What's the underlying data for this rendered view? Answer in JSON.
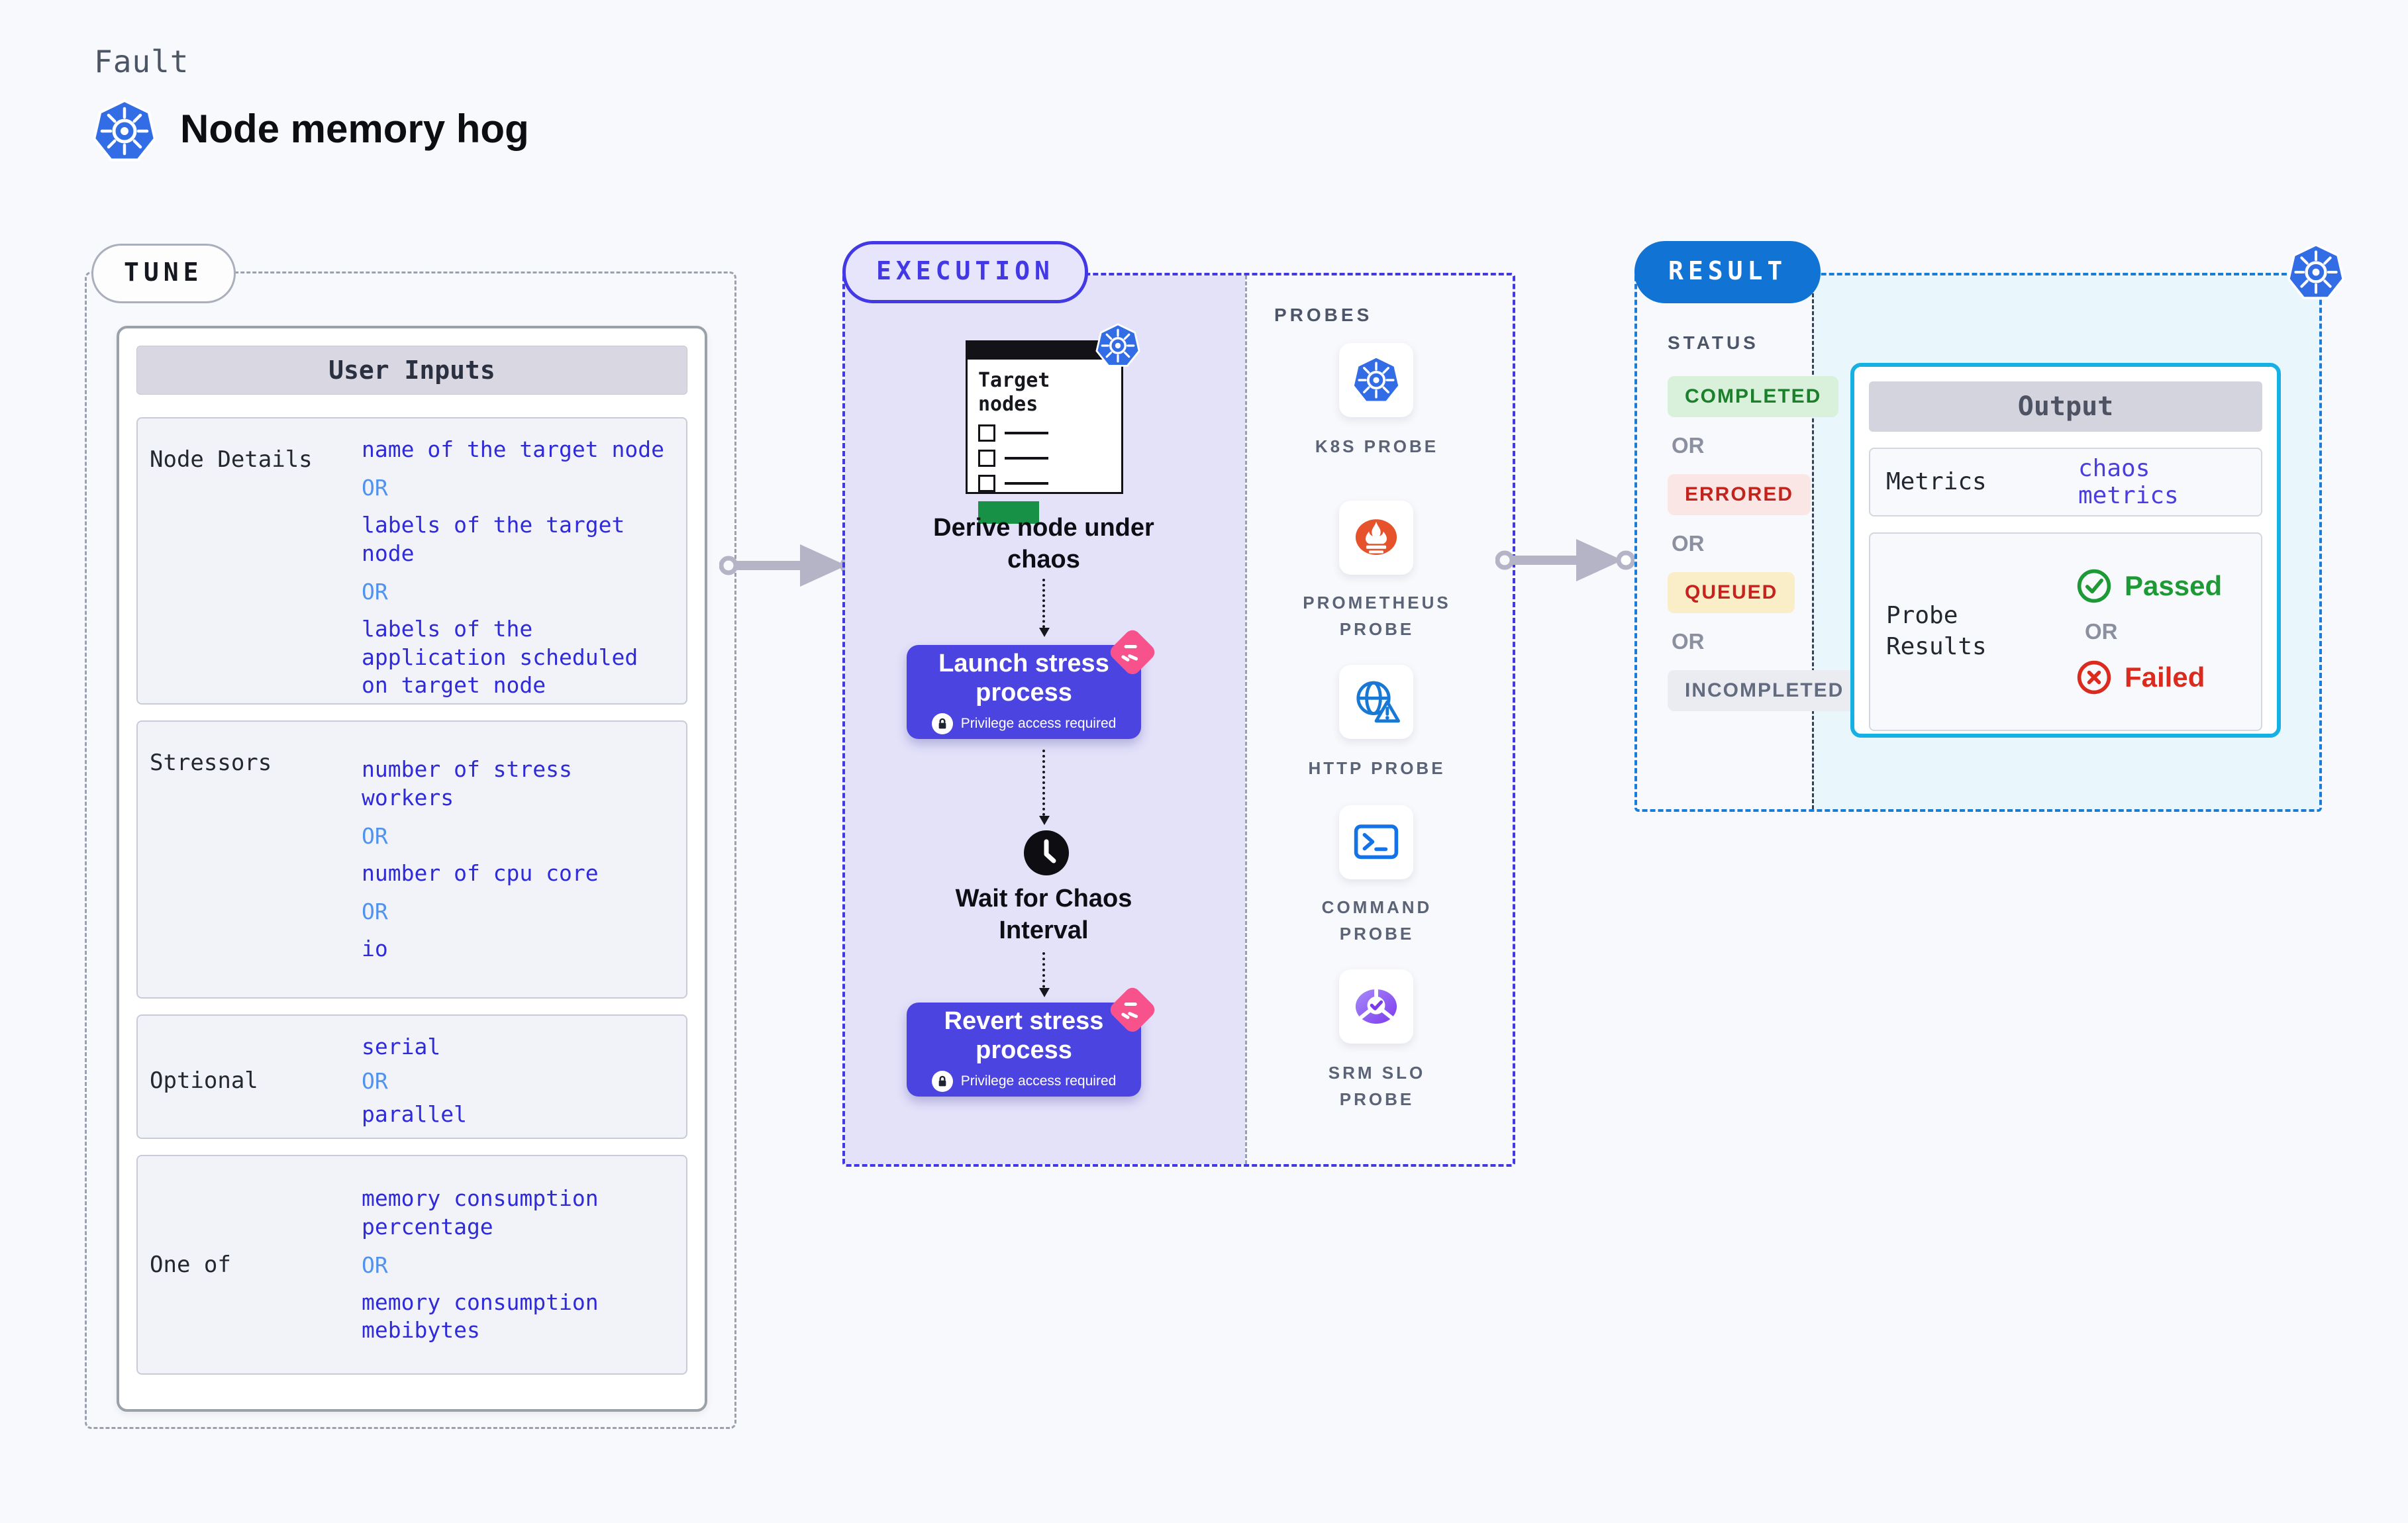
{
  "header": {
    "eyebrow": "Fault",
    "title": "Node memory hog"
  },
  "tune": {
    "badge": "TUNE",
    "table": {
      "header": "User Inputs",
      "or_label": "OR",
      "rows": [
        {
          "label": "Node Details",
          "options": [
            "name of the target node",
            "labels of the target node",
            "labels of the application scheduled on target node"
          ]
        },
        {
          "label": "Stressors",
          "options": [
            "number of stress workers",
            "number of cpu core",
            "io"
          ]
        },
        {
          "label": "Optional",
          "options": [
            "serial",
            "parallel"
          ]
        },
        {
          "label": "One of",
          "options": [
            "memory consumption percentage",
            "memory consumption mebibytes"
          ]
        }
      ]
    }
  },
  "execution": {
    "badge": "EXECUTION",
    "target_card_title": "Target nodes",
    "derive_label": "Derive node under chaos",
    "launch_button": {
      "label": "Launch stress process",
      "note": "Privilege access required"
    },
    "wait_label": "Wait for Chaos Interval",
    "revert_button": {
      "label": "Revert stress process",
      "note": "Privilege access required"
    }
  },
  "probes": {
    "heading": "PROBES",
    "items": [
      {
        "label": "K8S PROBE",
        "icon": "kubernetes-icon"
      },
      {
        "label": "PROMETHEUS PROBE",
        "icon": "prometheus-icon"
      },
      {
        "label": "HTTP PROBE",
        "icon": "http-globe-icon"
      },
      {
        "label": "COMMAND PROBE",
        "icon": "terminal-icon"
      },
      {
        "label": "SRM SLO PROBE",
        "icon": "srm-slo-gauge-icon"
      }
    ]
  },
  "result": {
    "badge": "RESULT",
    "status": {
      "heading": "STATUS",
      "or_label": "OR",
      "badges": [
        {
          "label": "COMPLETED",
          "fg": "#1b7f2c",
          "bg": "#d9f1da"
        },
        {
          "label": "ERRORED",
          "fg": "#c2241c",
          "bg": "#fbe6e6"
        },
        {
          "label": "QUEUED",
          "fg": "#c5231d",
          "bg": "#faeec9"
        },
        {
          "label": "INCOMPLETED",
          "fg": "#636b7e",
          "bg": "#ebecf2"
        }
      ]
    },
    "output": {
      "header": "Output",
      "metrics_label": "Metrics",
      "metrics_value": "chaos metrics",
      "probe_results_label": "Probe Results",
      "passed_label": "Passed",
      "or_label": "OR",
      "failed_label": "Failed"
    }
  },
  "colors": {
    "accent_indigo": "#4238e4",
    "accent_blue": "#1173d3",
    "cyan_border": "#16b0e4",
    "value_indigo": "#2f2bd8",
    "or_blue": "#4f93ee",
    "passed_green": "#1d9a35",
    "failed_red": "#da2b1e",
    "k8s_blue": "#326de6",
    "prometheus_orange": "#e6522c"
  }
}
